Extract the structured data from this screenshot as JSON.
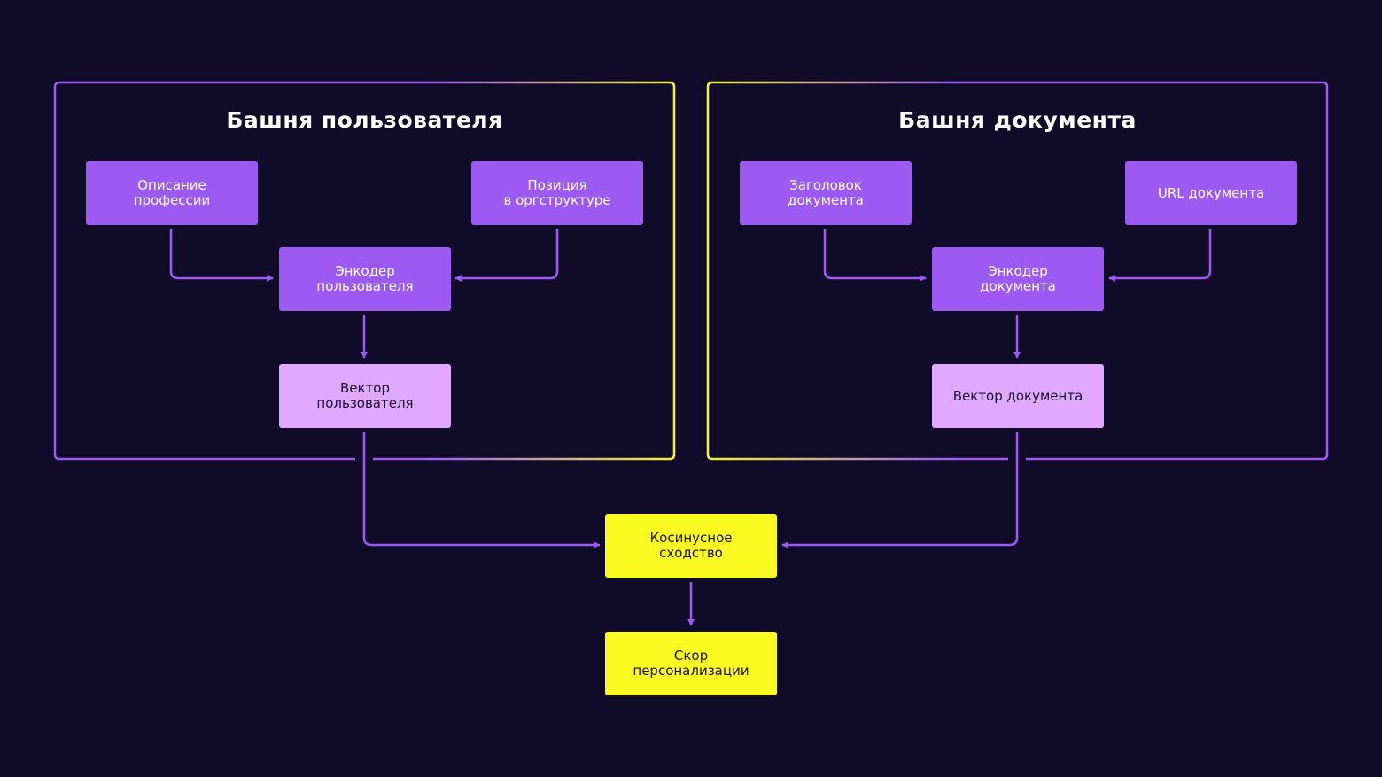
{
  "colors": {
    "background": "#100b29",
    "frame_purple": "#9d5af2",
    "frame_yellow": "#f4f43a",
    "node_input": "#9d5af2",
    "node_vector": "#e0a8ff",
    "node_output": "#fbfb23",
    "arrow": "#9d5af2"
  },
  "user_tower": {
    "title": "Башня пользователя",
    "job_description": "Описание\nпрофессии",
    "org_position": "Позиция\nв оргструктуре",
    "encoder": "Энкодер\nпользователя",
    "vector": "Вектор\nпользователя"
  },
  "document_tower": {
    "title": "Башня документа",
    "doc_title": "Заголовок\nдокумента",
    "doc_url": "URL документа",
    "encoder": "Энкодер\nдокумента",
    "vector": "Вектор документа"
  },
  "merge": {
    "cosine_similarity": "Косинусное\nсходство",
    "personalization_score": "Скор\nперсонализации"
  }
}
